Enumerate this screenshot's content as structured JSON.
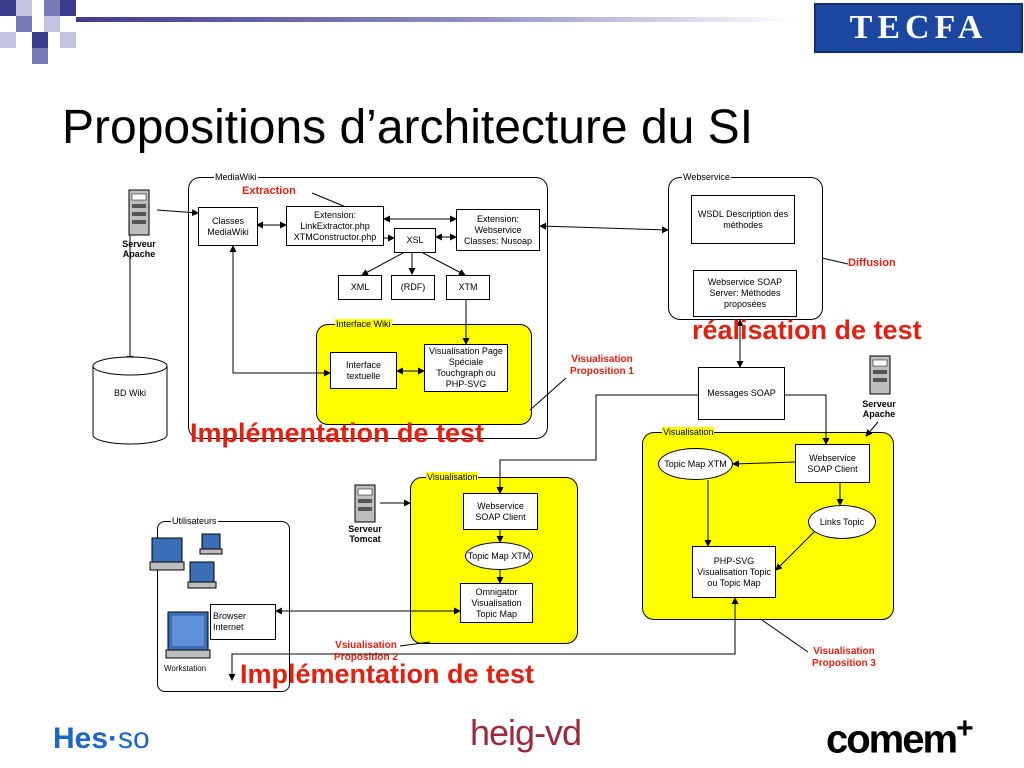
{
  "slide": {
    "title": "Propositions d’architecture du SI",
    "logo_top": "TECFA"
  },
  "groups": {
    "mediawiki": "MediaWiki",
    "interface_wiki": "Interface Wiki",
    "webservice": "Webservice",
    "visualisation_center": "Visualisation",
    "visualisation_right": "Visualisation",
    "utilisateurs": "Utilisateurs"
  },
  "boxes": {
    "classes_mediawiki": "Classes MediaWiki",
    "extension_link": "Extension: LinkExtractor.php XTMConstructor.php",
    "extension_webservice": "Extension: Webservice Classes: Nusoap",
    "xsl": "XSL",
    "xml": "XML",
    "rdf": "(RDF)",
    "xtm": "XTM",
    "interface_textuelle": "Interface textuelle",
    "visualisation_page": "Visualisation Page Spéciale Touchgraph ou PHP-SVG",
    "wsdl": "WSDL Description des méthodes",
    "webservice_soap_server": "Webservice SOAP Server: Méthodes proposées",
    "messages_soap": "Messages SOAP",
    "ws_client_center": "Webservice SOAP Client",
    "topic_map_center": "Topic Map XTM",
    "omnigator": "Omnigator Visualisation Topic Map",
    "topic_map_right": "Topic Map XTM",
    "ws_client_right": "Webservice SOAP Client",
    "links_topic": "Links Topic",
    "php_svg": "PHP-SVG Visualisation Topic ou Topic Map",
    "bd_wiki": "BD Wiki",
    "browser_internet": "Browser Internet",
    "workstation": "Workstation"
  },
  "servers": {
    "apache_left": "Serveur Apache",
    "tomcat": "Serveur Tomcat",
    "apache_right": "Serveur Apache"
  },
  "annotations": {
    "extraction": "Extraction",
    "diffusion": "Diffusion",
    "realisation_test": "réalisation de test",
    "visu_prop1": "Visualisation Proposition 1",
    "impl_test_1": "Implémentation de test",
    "visu_prop2": "Vsiualisation Proposition 2",
    "impl_test_2": "Implémentation de test",
    "visu_prop3": "Visualisation Proposition 3"
  },
  "footer": {
    "hes": "Hes",
    "dot": "·",
    "so": "so",
    "heig": "heig-vd",
    "comem": "comem",
    "plus": "+"
  },
  "colors": {
    "accent_red": "#e02010",
    "highlight_yellow": "#ffff00",
    "tecfa_blue": "#1c47a0"
  }
}
